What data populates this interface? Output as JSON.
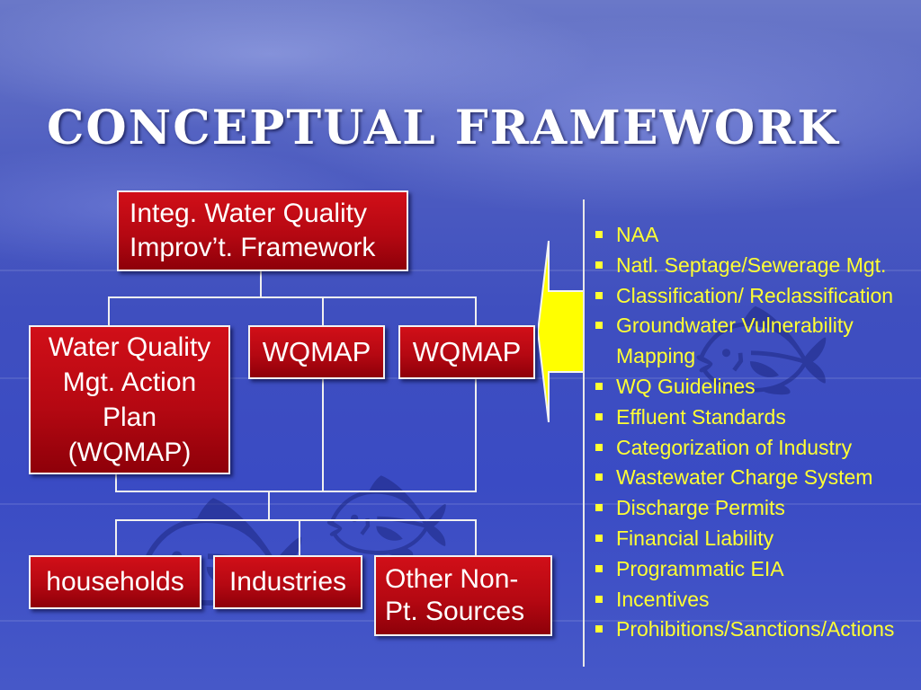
{
  "slide": {
    "title": "CONCEPTUAL FRAMEWORK"
  },
  "diagram": {
    "top_box": "Integ. Water Quality\nImprov’t. Framework",
    "middle_boxes": [
      "Water Quality\nMgt. Action\nPlan\n(WQMAP)",
      "WQMAP",
      "WQMAP"
    ],
    "bottom_boxes": [
      "households",
      "Industries",
      "Other Non-\nPt. Sources"
    ],
    "colors": {
      "box_fill": "#c00a14",
      "box_border": "#f2f2f2",
      "arrow_fill": "#ffff00",
      "list_text": "#ffff33"
    }
  },
  "list": {
    "items": [
      "NAA",
      "Natl. Septage/Sewerage Mgt.",
      "Classification/ Reclassification",
      "Groundwater Vulnerability\nMapping",
      "WQ Guidelines",
      "Effluent  Standards",
      "Categorization of Industry",
      "Wastewater Charge System",
      "Discharge Permits",
      "Financial Liability",
      "Programmatic EIA",
      "Incentives",
      "Prohibitions/Sanctions/Actions"
    ]
  }
}
